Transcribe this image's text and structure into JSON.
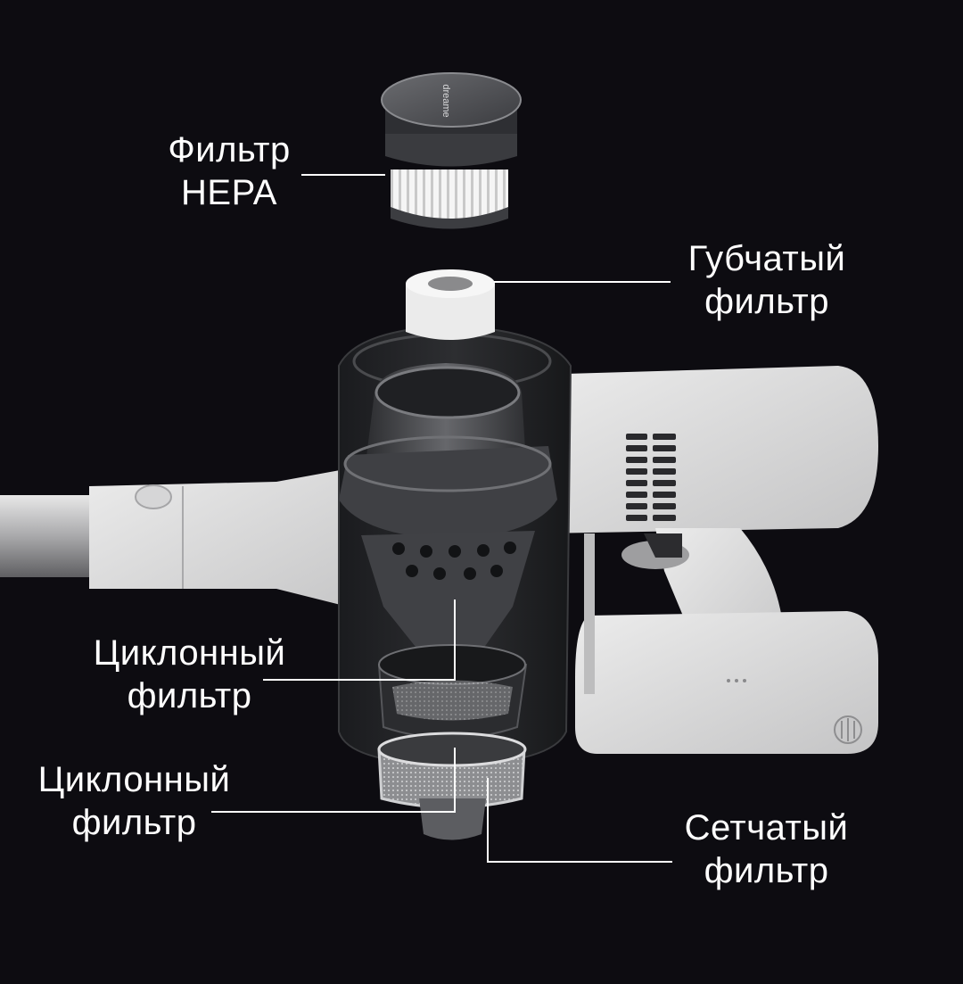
{
  "colors": {
    "background": "#0d0c11",
    "body_plastic": "#d7d7d7",
    "dark_plastic": "#4a4b4f",
    "label_text": "#ffffff",
    "leader_line": "#ffffff"
  },
  "callouts": {
    "hepa": {
      "line1": "Фильтр",
      "line2": "HEPA"
    },
    "sponge": {
      "line1": "Губчатый",
      "line2": "фильтр"
    },
    "cyclone_1": {
      "line1": "Циклонный",
      "line2": "фильтр"
    },
    "cyclone_2": {
      "line1": "Циклонный",
      "line2": "фильтр"
    },
    "mesh": {
      "line1": "Сетчатый",
      "line2": "фильтр"
    }
  },
  "product": {
    "hepa_cap_brand": "dreame"
  }
}
